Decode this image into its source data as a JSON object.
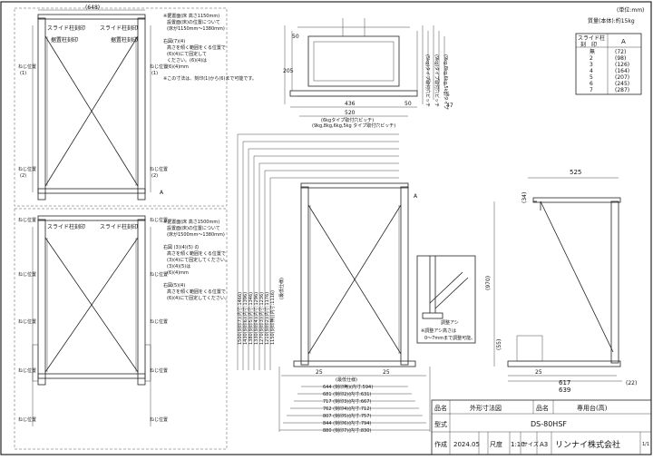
{
  "header": {
    "unit_note": "(単位:mm)",
    "weight_note": "質量(本体):約15kg"
  },
  "slide_table": {
    "col_head_1a": "スライド柱",
    "col_head_1b": "刻　印",
    "col_head_2": "A",
    "rows": [
      {
        "mark": "無",
        "value": "(72)"
      },
      {
        "mark": "2",
        "value": "(98)"
      },
      {
        "mark": "3",
        "value": "(126)"
      },
      {
        "mark": "4",
        "value": "(164)"
      },
      {
        "mark": "5",
        "value": "(207)"
      },
      {
        "mark": "6",
        "value": "(245)"
      },
      {
        "mark": "7",
        "value": "(287)"
      }
    ]
  },
  "left_top": {
    "width_dim": "(648)",
    "slide_label_left": "スライド柱刻印",
    "slide_label_right": "スライド柱刻印",
    "bracket_left": "据置柱刻印",
    "bracket_right": "据置柱刻印",
    "screw_label": "ねじ位置",
    "screw_no_1": "(1)",
    "screw_no_2": "(2)",
    "notes": [
      "※据置面(床 高さ1150mm)",
      "設置面(床)の位置について",
      "(床が1150mm～1380mm)",
      "",
      "右図(7)(4)",
      "高さを傾く範囲をくる位置で",
      "(6)(4)にて固定して",
      "ください。(6)(4)は",
      "(6)(4)mm",
      "",
      "※この寸法は、刻印(1)から(6)まで可能です。"
    ],
    "a_mark": "A"
  },
  "left_bottom": {
    "slide_label_left": "スライド柱刻印",
    "slide_label_right": "スライド柱刻印",
    "screw_label": "ねじ位置",
    "notes": [
      "※据置面(床 高さ1500mm)",
      "設置面(床)の位置について",
      "(床が1500mm～1380mm)",
      "",
      "右図 (3)(4)(5) の",
      "高さを傾く範囲をくる位置で",
      "(3)(4)にて固定してください。",
      "(3)(4)(5)は",
      "(6)(4)mm",
      "",
      "右図(5)(4)",
      "高さを傾く範囲をくる位置で",
      "(6)(4)にて固定してください。"
    ]
  },
  "top_view": {
    "dim_50a": "50",
    "dim_205": "205",
    "dim_436": "436",
    "dim_520": "520",
    "dim_50b": "50",
    "dim_47": "47",
    "dim_5": "5",
    "right_dims": [
      "(5kg)タイプ取付穴ピッチ",
      "(9kg)タイプ取付穴ピッチ",
      "(9kg,8kg,6kg,5kg)タイプ"
    ],
    "bottom_note": "(6kgタイプ取付穴ピッチ)",
    "bottom_note_2": "(9kg,8kg,6kg,5kg タイプ取付穴ピッチ)"
  },
  "front_view": {
    "height_dims": [
      "1500(刻印7)(内寸:1466)",
      "1430(刻印6)(内寸:1396)",
      "1380(刻印5)(内寸:1346)",
      "1330(刻印4)(内寸:1296)",
      "1270(刻印3)(内寸:1236)",
      "1210(刻印2)(内寸:1176)",
      "1150(刻印無)(内寸:1116)"
    ],
    "side_label": "(最低仕様)",
    "dim_25a": "25",
    "dim_25b": "25",
    "range_label": "(最低仕様)",
    "width_dims": [
      "644 (刻印無)(内寸:594)",
      "681 (刻印2)(内寸:631)",
      "717 (刻印3)(内寸:667)",
      "762 (刻印4)(内寸:712)",
      "807 (刻印5)(内寸:757)",
      "844 (刻印6)(内寸:794)",
      "880 (刻印7)(内寸:830)"
    ],
    "a_mark": "A"
  },
  "detail": {
    "label_1": "調整アシ",
    "label_2": "※調整アシ高さは",
    "label_3": "0〜7mmまで調整可能。"
  },
  "side_view": {
    "dim_525": "525",
    "dim_34": "(34)",
    "dim_970": "(970)",
    "dim_55": "(55)",
    "dim_25": "25",
    "dim_617": "617",
    "dim_639": "639",
    "dim_22": "(22)"
  },
  "title_block": {
    "name_label": "品名",
    "name_value": "外形寸法図",
    "product_label": "品名",
    "product_value": "専用台(高)",
    "model_label": "型式",
    "model_value": "DS-80HSF",
    "made_label": "作成",
    "made_value": "2024.05",
    "scale_label": "尺度",
    "scale_value": "1:10",
    "size_label": "サイズ",
    "size_value": "A3",
    "company": "リンナイ株式会社",
    "page_no": "1/1"
  }
}
